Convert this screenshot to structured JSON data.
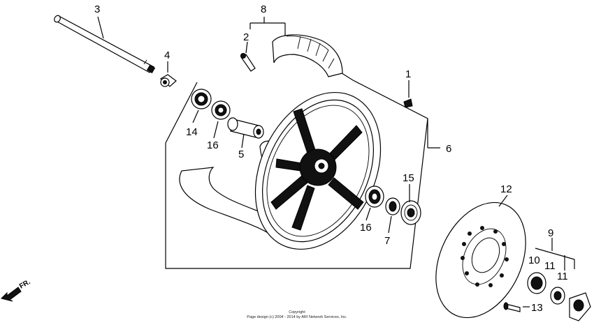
{
  "callouts": {
    "c1": "1",
    "c2": "2",
    "c3": "3",
    "c4": "4",
    "c5": "5",
    "c6": "6",
    "c7": "7",
    "c8": "8",
    "c9": "9",
    "c10": "10",
    "c11a": "11",
    "c11b": "11",
    "c12": "12",
    "c13": "13",
    "c14": "14",
    "c15": "15",
    "c16a": "16",
    "c16b": "16"
  },
  "direction": {
    "label": "FR."
  },
  "footer": {
    "line1": "Copyright",
    "line2": "Page design (c) 2004 - 2014 by ARI Network Services, Inc."
  }
}
